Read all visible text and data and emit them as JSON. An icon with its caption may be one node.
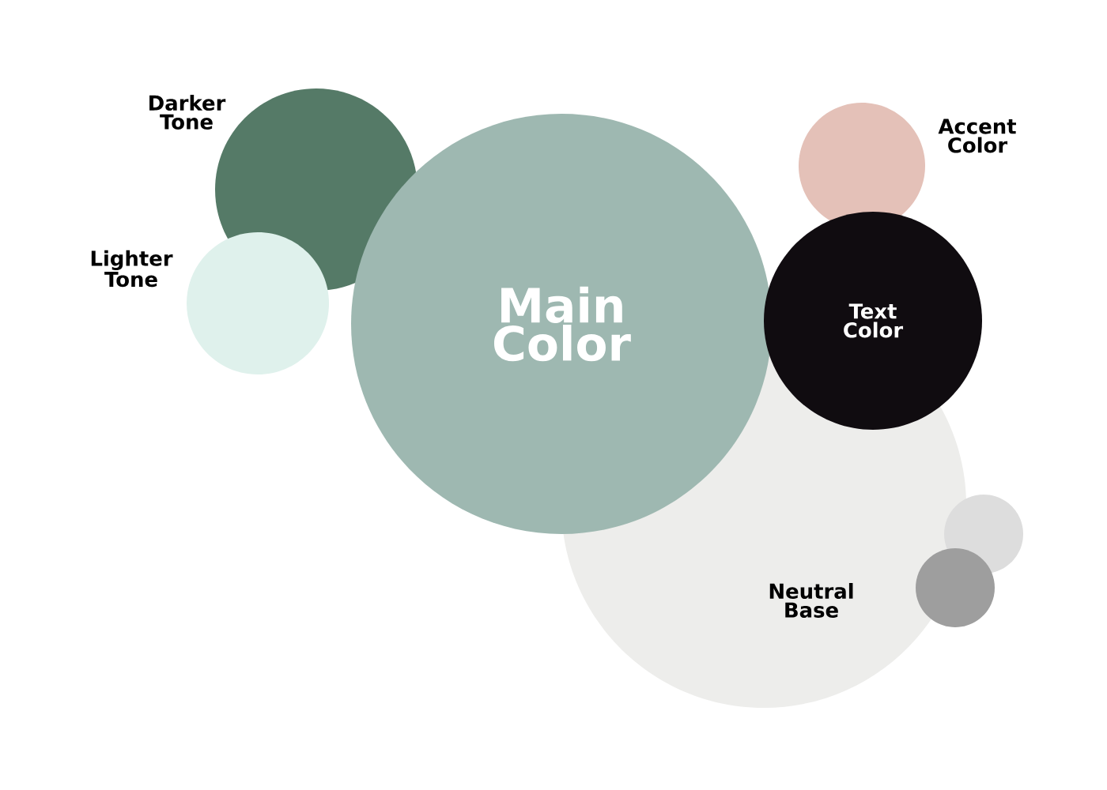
{
  "diagram": {
    "nodes": [
      {
        "text": [
          "Darker Tone"
        ]
      },
      {
        "text": [
          "Lighter Tone"
        ]
      },
      {
        "text": [
          "Main Color"
        ]
      },
      {
        "text": [
          "Accent Color"
        ]
      },
      {
        "text": [
          "Text Color"
        ]
      },
      {
        "text": [
          "Neutral Base"
        ]
      },
      {
        "text": [],
        "shape": "circle"
      },
      {
        "text": [],
        "shape": "circle"
      }
    ]
  }
}
